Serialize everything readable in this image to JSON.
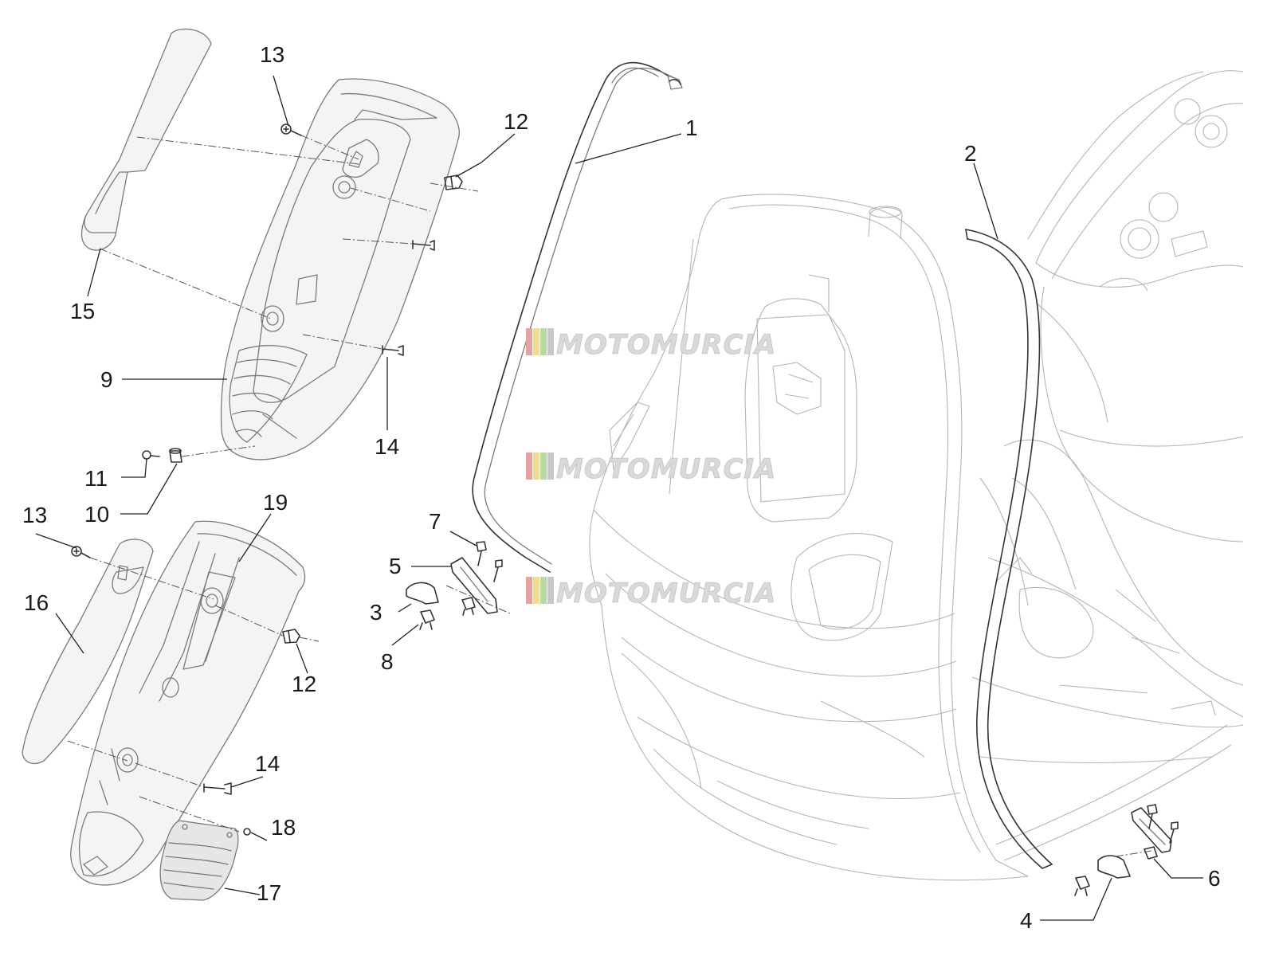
{
  "diagram": {
    "callouts": [
      {
        "id": "c1",
        "label": "1"
      },
      {
        "id": "c2",
        "label": "2"
      },
      {
        "id": "c3",
        "label": "3"
      },
      {
        "id": "c4",
        "label": "4"
      },
      {
        "id": "c5",
        "label": "5"
      },
      {
        "id": "c6",
        "label": "6"
      },
      {
        "id": "c7",
        "label": "7"
      },
      {
        "id": "c8",
        "label": "8"
      },
      {
        "id": "c9",
        "label": "9"
      },
      {
        "id": "c10",
        "label": "10"
      },
      {
        "id": "c11",
        "label": "11"
      },
      {
        "id": "c12a",
        "label": "12"
      },
      {
        "id": "c12b",
        "label": "12"
      },
      {
        "id": "c13a",
        "label": "13"
      },
      {
        "id": "c13b",
        "label": "13"
      },
      {
        "id": "c14a",
        "label": "14"
      },
      {
        "id": "c14b",
        "label": "14"
      },
      {
        "id": "c15",
        "label": "15"
      },
      {
        "id": "c16",
        "label": "16"
      },
      {
        "id": "c17",
        "label": "17"
      },
      {
        "id": "c18",
        "label": "18"
      },
      {
        "id": "c19",
        "label": "19"
      }
    ]
  },
  "watermark": {
    "text": "MOTOMURCIA",
    "stripe_colors": [
      "#e8a0a0",
      "#f0dc8c",
      "#b4dca0",
      "#c8c8c8"
    ]
  }
}
